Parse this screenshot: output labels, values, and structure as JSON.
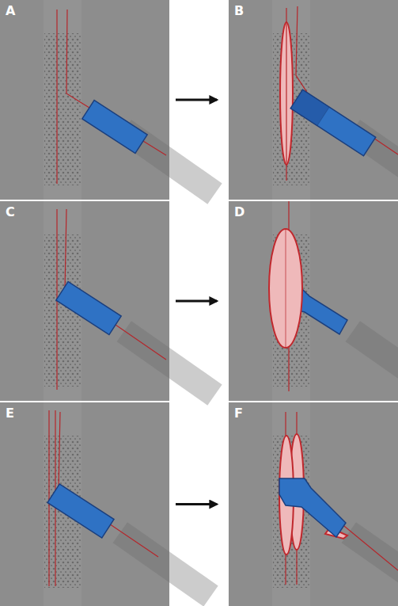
{
  "diagram": {
    "nodes": [
      {
        "text": [
          "A"
        ]
      },
      {
        "text": [
          "B"
        ]
      },
      {
        "text": [
          "C"
        ]
      },
      {
        "text": [
          "D"
        ]
      },
      {
        "text": [
          "E"
        ]
      },
      {
        "text": [
          "F"
        ]
      }
    ],
    "edges": [
      {
        "from": 0,
        "to": 1,
        "arrow": "to"
      },
      {
        "from": 2,
        "to": 3,
        "arrow": "to"
      },
      {
        "from": 4,
        "to": 5,
        "arrow": "to"
      }
    ]
  }
}
